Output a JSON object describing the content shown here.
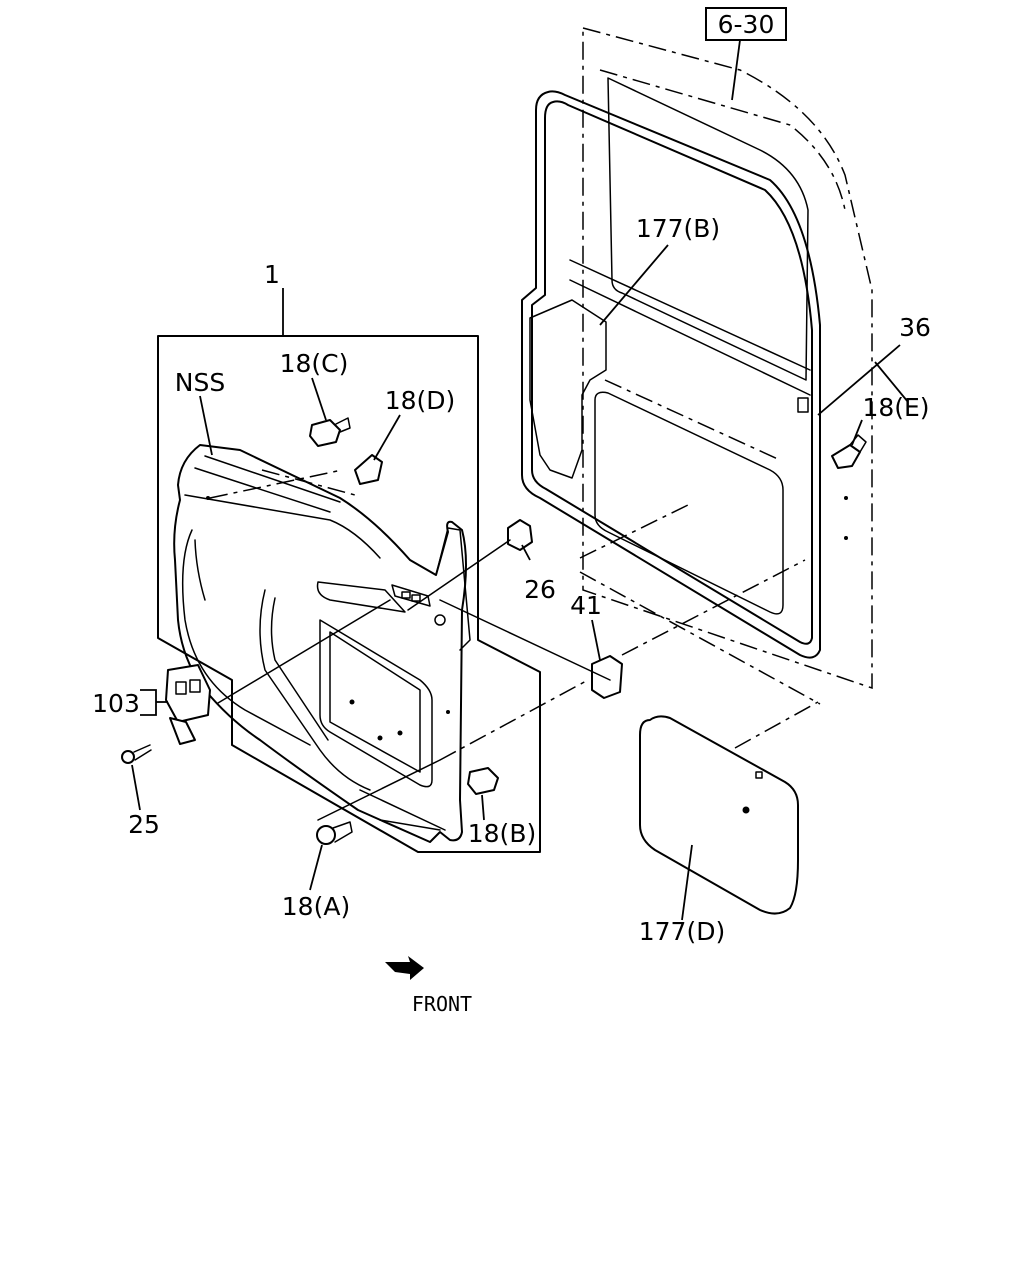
{
  "diagram": {
    "reference_box": "6-30",
    "labels": {
      "part_1": "1",
      "nss": "NSS",
      "part_18c": "18(C)",
      "part_18d": "18(D)",
      "part_177b": "177(B)",
      "part_36": "36",
      "part_18e": "18(E)",
      "part_26": "26",
      "part_41": "41",
      "part_103": "103",
      "part_25": "25",
      "part_18b": "18(B)",
      "part_18a": "18(A)",
      "part_177d": "177(D)"
    },
    "front_label": "FRONT"
  }
}
